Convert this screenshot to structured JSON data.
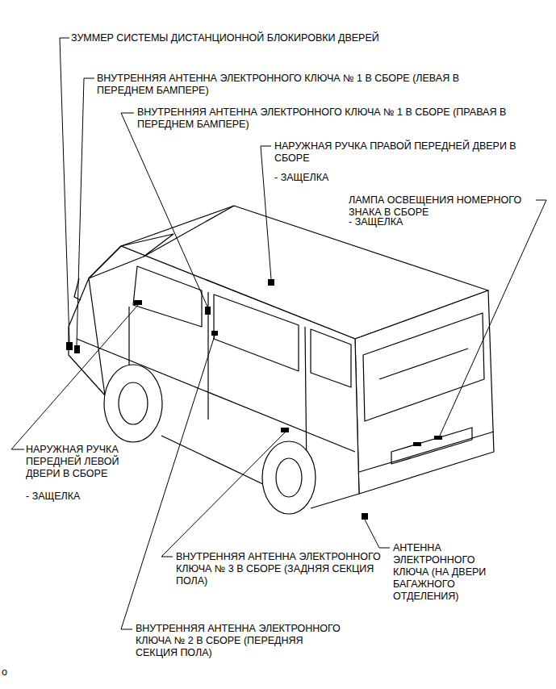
{
  "diagram": {
    "labels": [
      "ЗУММЕР СИСТЕМЫ ДИСТАНЦИОННОЙ БЛОКИРОВКИ ДВЕРЕЙ",
      "ВНУТРЕННЯЯ АНТЕННА ЭЛЕКТРОННОГО КЛЮЧА № 1 В СБОРЕ (ЛЕВАЯ В ПЕРЕДНЕМ БАМПЕРЕ)",
      "ВНУТРЕННЯЯ АНТЕННА ЭЛЕКТРОННОГО КЛЮЧА № 1 В СБОРЕ (ПРАВАЯ В ПЕРЕДНЕМ БАМПЕРЕ)",
      "НАРУЖНАЯ РУЧКА ПРАВОЙ ПЕРЕДНЕЙ ДВЕРИ В СБОРЕ",
      "- ЗАЩЕЛКА",
      "ЛАМПА ОСВЕЩЕНИЯ НОМЕРНОГО ЗНАКА В СБОРЕ",
      "- ЗАЩЕЛКА",
      "НАРУЖНАЯ РУЧКА ПЕРЕДНЕЙ ЛЕВОЙ ДВЕРИ В СБОРЕ",
      "- ЗАЩЕЛКА",
      "ВНУТРЕННЯЯ АНТЕННА ЭЛЕКТРОННОГО КЛЮЧА № 3 В СБОРЕ (ЗАДНЯЯ СЕКЦИЯ ПОЛА)",
      "АНТЕННА ЭЛЕКТРОННОГО КЛЮЧА (НА ДВЕРИ БАГАЖНОГО ОТДЕЛЕНИЯ)",
      "ВНУТРЕННЯЯ АНТЕННА ЭЛЕКТРОННОГО КЛЮЧА № 2 В СБОРЕ (ПЕРЕДНЯЯ СЕКЦИЯ ПОЛА)",
      "o"
    ]
  }
}
